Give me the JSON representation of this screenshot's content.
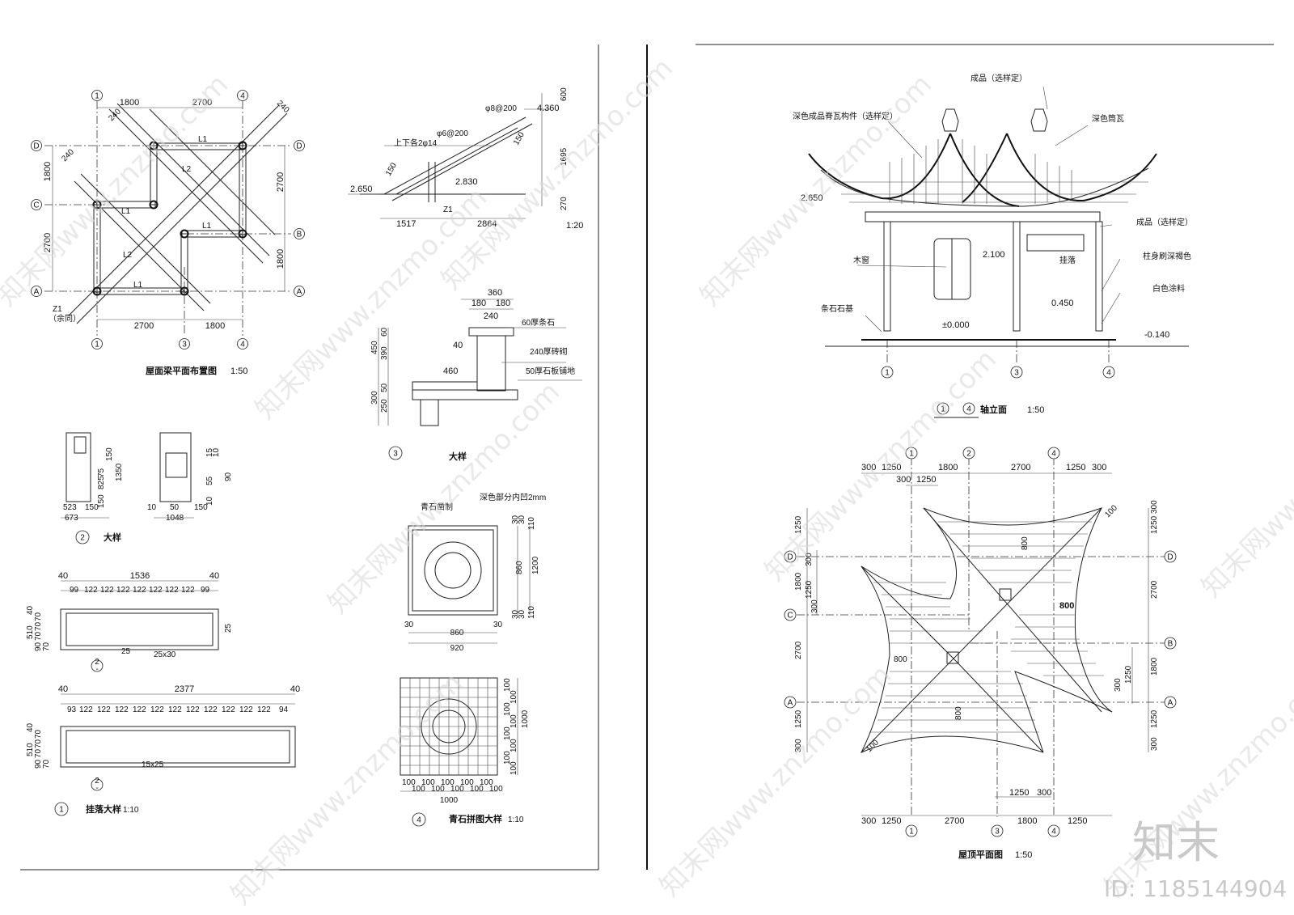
{
  "watermark": {
    "text": "知末网www.znzmo.com",
    "logo": "知末",
    "id_label": "ID: 1185144904"
  },
  "beam_plan": {
    "title": "屋面梁平面布置图",
    "scale": "1:50",
    "axes_top": [
      "1",
      "4"
    ],
    "axes_bottom": [
      "1",
      "3",
      "4"
    ],
    "axes_left": [
      "D",
      "C",
      "A"
    ],
    "axes_right": [
      "D",
      "B",
      "A"
    ],
    "dims_top": [
      "1800",
      "2700"
    ],
    "dims_bottom": [
      "2700",
      "1800"
    ],
    "dims_left": [
      "1800",
      "2700"
    ],
    "dims_right": [
      "2700",
      "1800"
    ],
    "small_dims": [
      "240",
      "240",
      "240"
    ],
    "beam_label": "L1",
    "beam_label2": "L2",
    "col_label": "Z1",
    "col_note": "（余同）"
  },
  "section_1_20": {
    "scale": "1:20",
    "rebar_1": "φ8@200",
    "rebar_2": "φ6@200",
    "rebar_3": "上下各2φ14",
    "elev_1": "4.360",
    "elev_2": "2.830",
    "elev_3": "2.650",
    "col": "Z1",
    "dims_h": [
      "1517",
      "2864"
    ],
    "dims_v": [
      "600",
      "1695",
      "270"
    ],
    "slant_1": "150",
    "slant_2": "150"
  },
  "detail_3": {
    "num": "3",
    "title": "大样",
    "dims_top": [
      "360",
      "180",
      "180",
      "240"
    ],
    "dim_40": "40",
    "dim_460": "460",
    "dims_v": [
      "60",
      "390",
      "450",
      "50",
      "250",
      "300"
    ],
    "note_1": "60厚条石",
    "note_2": "240厚砖砌",
    "note_3": "50厚石板铺地"
  },
  "detail_2": {
    "num": "2",
    "title": "大样",
    "a_dims_bottom": [
      "523",
      "150",
      "673"
    ],
    "a_dims_v": [
      "75",
      "150",
      "825",
      "150",
      "1350"
    ],
    "b_dims_bottom": [
      "10",
      "50",
      "150",
      "1048"
    ],
    "b_dims_v": [
      "15",
      "10",
      "55",
      "10",
      "90"
    ]
  },
  "hanging_fascia": {
    "num": "1",
    "title": "挂落大样",
    "scale": "1:10",
    "a_total": "1536",
    "a_ends": [
      "40",
      "40"
    ],
    "a_bays": [
      "99",
      "122",
      "122",
      "122",
      "122",
      "122",
      "122",
      "122",
      "99"
    ],
    "a_v": [
      "40",
      "70",
      "70",
      "70",
      "90",
      "70",
      "510"
    ],
    "a_note_1": "25",
    "a_note_2": "25x30",
    "a_note_3": "25",
    "b_total": "2377",
    "b_ends": [
      "40",
      "40"
    ],
    "b_bays": [
      "93",
      "122",
      "122",
      "122",
      "122",
      "122",
      "122",
      "122",
      "122",
      "122",
      "122",
      "122",
      "94"
    ],
    "b_v": [
      "40",
      "70",
      "70",
      "70",
      "90",
      "70",
      "510"
    ],
    "b_note": "15x25",
    "ref_top": "2",
    "ref_bottom": "-"
  },
  "stone_inlay": {
    "label_1": "青石凿制",
    "label_2": "深色部分内凹2mm",
    "dims_h": [
      "30",
      "860",
      "30",
      "920"
    ],
    "dims_v": [
      "30",
      "30",
      "110",
      "860",
      "1200",
      "30",
      "30",
      "110"
    ]
  },
  "stone_puzzle": {
    "num": "4",
    "title": "青石拼图大样",
    "scale": "1:10",
    "dims_h": [
      "100",
      "100",
      "100",
      "100",
      "100",
      "100",
      "100",
      "100",
      "100",
      "100",
      "1000"
    ],
    "dims_v": [
      "100",
      "100",
      "100",
      "100",
      "1000",
      "100",
      "100",
      "100",
      "100"
    ]
  },
  "elevation": {
    "title": "轴立面",
    "scale": "1:50",
    "axis_from": "1",
    "axis_to": "4",
    "labels": {
      "finished_top": "成品（选样定）",
      "ridge": "深色成品脊瓦构件（选样定）",
      "tile": "深色筒瓦",
      "finished_right": "成品（选样定）",
      "hanging": "挂落",
      "column_paint": "柱身刷深褐色",
      "window": "木窗",
      "white_paint": "白色涂料",
      "base": "条石石基"
    },
    "elevs": [
      "2.650",
      "2.100",
      "0.450",
      "±0.000",
      "-0.140"
    ],
    "axes": [
      "1",
      "3",
      "4"
    ]
  },
  "roof_plan": {
    "title": "屋顶平面图",
    "scale": "1:50",
    "axes_top": [
      "1",
      "2",
      "4"
    ],
    "axes_bottom": [
      "1",
      "3",
      "4"
    ],
    "axes_left": [
      "D",
      "C",
      "A"
    ],
    "axes_right": [
      "D",
      "B",
      "A"
    ],
    "dims_top_1": [
      "300",
      "1250",
      "1800",
      "2700",
      "1250",
      "300"
    ],
    "dims_top_2": [
      "300",
      "1250"
    ],
    "dims_bottom": [
      "300",
      "1250",
      "2700",
      "1800",
      "1250"
    ],
    "dims_bottom_2": [
      "1250",
      "300"
    ],
    "dims_left": [
      "1250",
      "300",
      "1800",
      "1250",
      "300",
      "2700",
      "1250",
      "300"
    ],
    "dims_right": [
      "1250",
      "300",
      "2700",
      "1800",
      "1250",
      "300",
      "1250",
      "300"
    ],
    "note_800": "800",
    "note_100": "100"
  }
}
